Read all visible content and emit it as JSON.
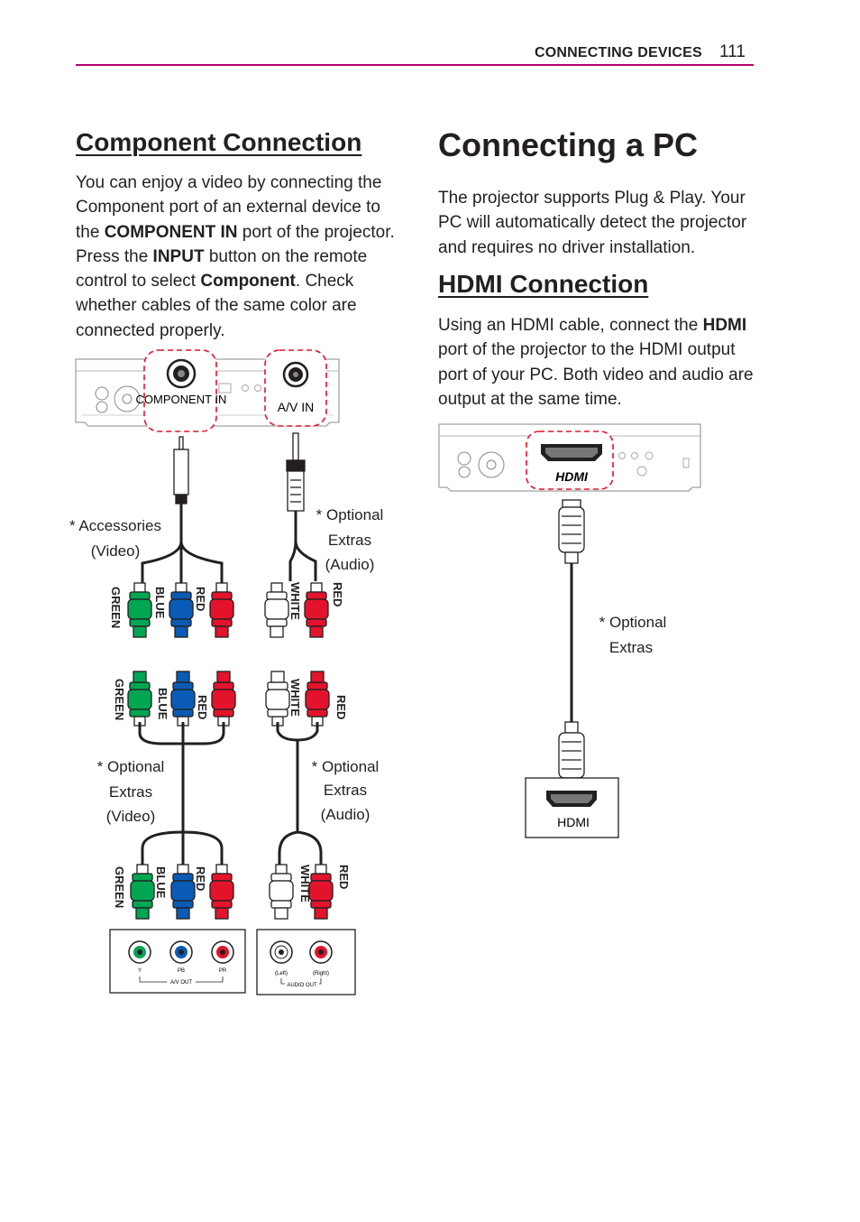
{
  "header": {
    "section_title": "CONNECTING DEVICES",
    "page_number": "111"
  },
  "component_connection": {
    "title": "Component Connection",
    "body": {
      "p1": "You can enjoy a video by connecting the Component port of an external device to the ",
      "b1": "COMPONENT IN",
      "p2": " port of the projector. Press the ",
      "b2": "INPUT",
      "p3": " button on the remote control to select ",
      "b3": "Component",
      "p4": ". Check whether cables of the same color are connected properly."
    }
  },
  "connecting_pc": {
    "title": "Connecting a PC",
    "body": "The projector supports Plug & Play. Your PC will automatically detect the projector and requires no driver installation."
  },
  "hdmi_connection": {
    "title": "HDMI Connection",
    "body": {
      "p1": "Using an HDMI cable, connect the ",
      "b1": "HDMI",
      "p2": " port of the projector to the HDMI output port of your PC. Both video and audio are output at the same time."
    }
  },
  "diagram_component": {
    "port_component_in": "COMPONENT IN",
    "port_av_in": "A/V IN",
    "note_accessories": [
      "* Accessories",
      "(Video)"
    ],
    "note_optional_audio_top": [
      "* Optional",
      "Extras",
      "(Audio)"
    ],
    "note_optional_video": [
      "* Optional",
      "Extras",
      "(Video)"
    ],
    "note_optional_audio_bottom": [
      "* Optional",
      "Extras",
      "(Audio)"
    ],
    "plug_labels": {
      "green": "GREEN",
      "blue": "BLUE",
      "red": "RED",
      "white": "WHITE"
    },
    "device_av_out": {
      "y": "Y",
      "pb": "PB",
      "pr": "PR",
      "label": "A/V OUT"
    },
    "device_audio_out": {
      "left": "(Left)",
      "right": "(Right)",
      "label": "AUDIO OUT"
    }
  },
  "diagram_hdmi": {
    "hdmi_logo": "HDMI",
    "note_optional": [
      "* Optional",
      "Extras"
    ],
    "pc_port_label": "HDMI"
  },
  "colors": {
    "accent": "#b5006f",
    "green": "#00a651",
    "blue": "#0a5bb5",
    "red": "#e2132b",
    "white": "#ffffff"
  }
}
